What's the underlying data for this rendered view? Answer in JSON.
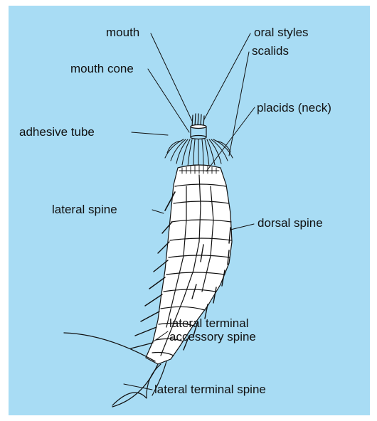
{
  "labels": {
    "mouth": "mouth",
    "oral_styles": "oral styles",
    "mouth_cone": "mouth cone",
    "scalids": "scalids",
    "placids": "placids (neck)",
    "adhesive_tube": "adhesive tube",
    "lateral_spine": "lateral spine",
    "dorsal_spine": "dorsal spine",
    "lateral_terminal_accessory_line1": "lateral terminal",
    "lateral_terminal_accessory_line2": "accessory spine",
    "lateral_terminal_spine": "lateral terminal spine"
  },
  "colors": {
    "background": "#a8dcf4",
    "body_fill": "#ffffff",
    "stroke": "#111111"
  }
}
